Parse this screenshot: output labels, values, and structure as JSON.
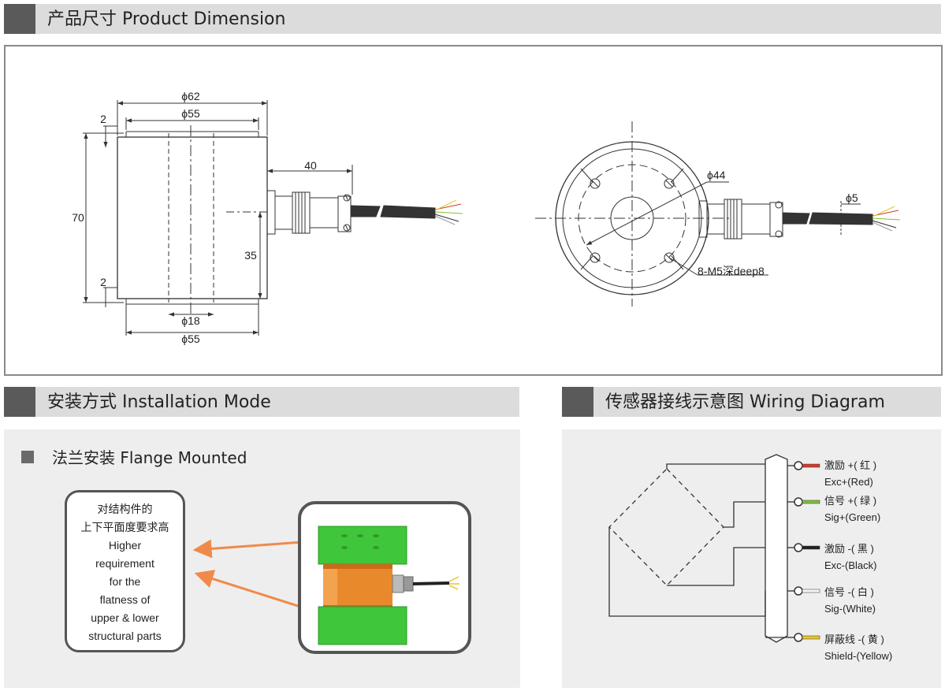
{
  "sections": {
    "dimension": {
      "title": "产品尺寸 Product Dimension"
    },
    "installation": {
      "title": "安装方式 Installation Mode",
      "subtitle": "法兰安装 Flange Mounted"
    },
    "wiring": {
      "title": "传感器接线示意图  Wiring Diagram"
    }
  },
  "dimensions": {
    "d62": "ϕ62",
    "d55_top": "ϕ55",
    "d55_bottom": "ϕ55",
    "d18": "ϕ18",
    "h70": "70",
    "t2_top": "2",
    "t2_bottom": "2",
    "len40": "40",
    "h35": "35",
    "d44": "ϕ44",
    "d5": "ϕ5",
    "holes": "8-M5深deep8"
  },
  "callout": {
    "lines": [
      "对结构件的",
      "上下平面度要求高",
      "Higher",
      "requirement",
      "for the",
      "flatness of",
      "upper & lower",
      "structural parts"
    ]
  },
  "wires": [
    {
      "cn": "激励 +( 红 )",
      "en": "Exc+(Red)",
      "color": "#d43a2a"
    },
    {
      "cn": "信号 +( 绿 )",
      "en": "Sig+(Green)",
      "color": "#7cc23a"
    },
    {
      "cn": "激励 -( 黑 )",
      "en": "Exc-(Black)",
      "color": "#222222"
    },
    {
      "cn": "信号 -( 白 )",
      "en": "Sig-(White)",
      "color": "#f4f4f4"
    },
    {
      "cn": "屏蔽线 -( 黄 )",
      "en": "Shield-(Yellow)",
      "color": "#e8c52c"
    }
  ],
  "colors": {
    "header_bg": "#dcdcdc",
    "header_block": "#5a5a5a",
    "panel_bg": "#eeeeee",
    "arrow": "#ef8a4a",
    "block_green": "#3fc63a",
    "cylinder_orange": "#e88a2c"
  }
}
